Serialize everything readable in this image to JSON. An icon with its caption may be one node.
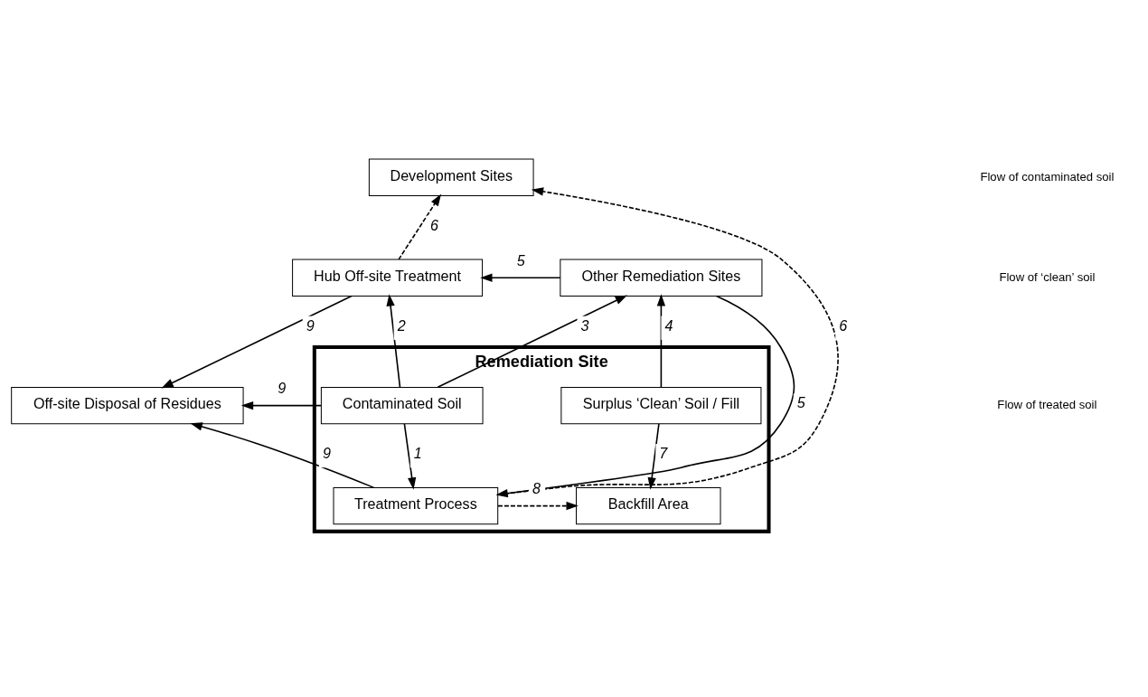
{
  "diagram": {
    "nodes": [
      {
        "text": [
          "Development Sites"
        ]
      },
      {
        "text": [
          "Hub Off-site Treatment"
        ]
      },
      {
        "text": [
          "Other Remediation Sites"
        ]
      },
      {
        "text": [
          "Off-site Disposal of Residues"
        ]
      },
      {
        "text": [
          "Remediation Site"
        ]
      },
      {
        "text": [
          "Contaminated Soil"
        ],
        "in": 4
      },
      {
        "text": [
          "Surplus ‘Clean’ Soil / Fill"
        ],
        "in": 4
      },
      {
        "text": [
          "Treatment Process"
        ],
        "in": 4
      },
      {
        "text": [
          "Backfill Area"
        ],
        "in": 4
      }
    ],
    "edges": [
      {
        "from": 1,
        "to": 0,
        "arrow": "to",
        "label": "6",
        "style": "dashed"
      },
      {
        "from": 7,
        "to": 0,
        "arrow": "to",
        "label": "6",
        "style": "dashed"
      },
      {
        "from": 2,
        "to": 1,
        "arrow": "to",
        "label": "5"
      },
      {
        "from": 2,
        "to": 7,
        "arrow": "to",
        "label": "5"
      },
      {
        "from": 1,
        "to": 3,
        "arrow": "to",
        "label": "9"
      },
      {
        "from": 5,
        "to": 1,
        "arrow": "to",
        "label": "2"
      },
      {
        "from": 5,
        "to": 2,
        "arrow": "to",
        "label": "3"
      },
      {
        "from": 6,
        "to": 2,
        "arrow": "to",
        "label": "4"
      },
      {
        "from": 5,
        "to": 3,
        "arrow": "to",
        "label": "9"
      },
      {
        "from": 5,
        "to": 7,
        "arrow": "to",
        "label": "1"
      },
      {
        "from": 6,
        "to": 8,
        "arrow": "to",
        "label": "7"
      },
      {
        "from": 7,
        "to": 3,
        "arrow": "to",
        "label": "9"
      },
      {
        "from": 7,
        "to": 8,
        "arrow": "to",
        "label": "8",
        "style": "dashed"
      }
    ],
    "legend": [
      {
        "text": "Flow of contaminated soil"
      },
      {
        "text": "Flow of ‘clean’ soil"
      },
      {
        "text": "Flow of treated soil"
      }
    ]
  }
}
